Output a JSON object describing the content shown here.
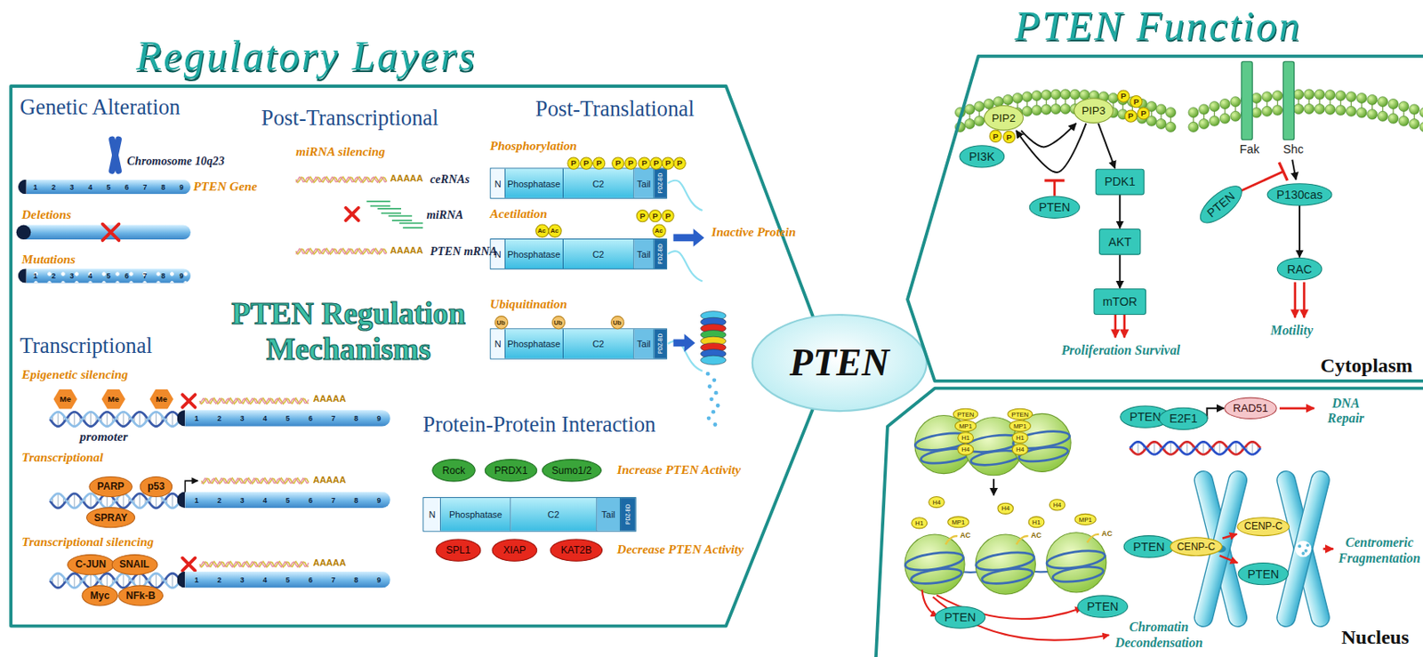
{
  "diagram": {
    "nodes": [
      {
        "text": [
          "Regulatory Layers"
        ]
      },
      {
        "text": [
          "1",
          "2",
          "3",
          "4",
          "5",
          "6",
          "7",
          "8",
          "9"
        ],
        "in": 0
      },
      {
        "text": [
          "1",
          "2",
          "3",
          "4",
          "5",
          "6",
          "7",
          "8",
          "9"
        ],
        "in": 0
      },
      {
        "text": [
          "1",
          "2",
          "3",
          "4",
          "5",
          "6",
          "7",
          "8",
          "9"
        ],
        "in": 0
      },
      {
        "text": [
          "Me"
        ],
        "in": 0
      },
      {
        "text": [
          "Me"
        ],
        "in": 0
      },
      {
        "text": [
          "Me"
        ],
        "in": 0
      },
      {
        "text": [
          "1",
          "2",
          "3",
          "4",
          "5",
          "6",
          "7",
          "8",
          "9"
        ],
        "in": 0
      },
      {
        "text": [
          "PARP"
        ],
        "in": 0
      },
      {
        "text": [
          "p53"
        ],
        "in": 0
      },
      {
        "text": [
          "SPRAY"
        ],
        "in": 0
      },
      {
        "text": [
          "1",
          "2",
          "3",
          "4",
          "5",
          "6",
          "7",
          "8",
          "9"
        ],
        "in": 0
      },
      {
        "text": [
          "C-JUN"
        ],
        "in": 0
      },
      {
        "text": [
          "SNAIL"
        ],
        "in": 0
      },
      {
        "text": [
          "Myc"
        ],
        "in": 0
      },
      {
        "text": [
          "NFk-B"
        ],
        "in": 0
      },
      {
        "text": [
          "N",
          "Phosphatase",
          "C2",
          "Tail",
          "PDZ-BD"
        ],
        "in": 0
      },
      {
        "text": [
          "P"
        ],
        "in": 0
      },
      {
        "text": [
          "P"
        ],
        "in": 0
      },
      {
        "text": [
          "P"
        ],
        "in": 0
      },
      {
        "text": [
          "P"
        ],
        "in": 0
      },
      {
        "text": [
          "P"
        ],
        "in": 0
      },
      {
        "text": [
          "P"
        ],
        "in": 0
      },
      {
        "text": [
          "P"
        ],
        "in": 0
      },
      {
        "text": [
          "P"
        ],
        "in": 0
      },
      {
        "text": [
          "P"
        ],
        "in": 0
      },
      {
        "text": [
          "N",
          "Phosphatase",
          "C2",
          "Tail",
          "PDZ-BD"
        ],
        "in": 0
      },
      {
        "text": [
          "Ac"
        ],
        "in": 0
      },
      {
        "text": [
          "Ac"
        ],
        "in": 0
      },
      {
        "text": [
          "Ac"
        ],
        "in": 0
      },
      {
        "text": [
          "P"
        ],
        "in": 0
      },
      {
        "text": [
          "P"
        ],
        "in": 0
      },
      {
        "text": [
          "P"
        ],
        "in": 0
      },
      {
        "text": [
          "N",
          "Phosphatase",
          "C2",
          "Tail",
          "PDZ-BD"
        ],
        "in": 0
      },
      {
        "text": [
          "Ub"
        ],
        "in": 0
      },
      {
        "text": [
          "Ub"
        ],
        "in": 0
      },
      {
        "text": [
          "Ub"
        ],
        "in": 0
      },
      {
        "text": [
          "Rock"
        ],
        "in": 0
      },
      {
        "text": [
          "PRDX1"
        ],
        "in": 0
      },
      {
        "text": [
          "Sumo1/2"
        ],
        "in": 0
      },
      {
        "text": [
          "N",
          "Phosphatase",
          "C2",
          "Tail",
          "PDZ-BD"
        ],
        "in": 0
      },
      {
        "text": [
          "SPL1"
        ],
        "in": 0
      },
      {
        "text": [
          "XIAP"
        ],
        "in": 0
      },
      {
        "text": [
          "KAT2B"
        ],
        "in": 0
      },
      {
        "text": [
          "PTEN"
        ]
      },
      {
        "text": [
          "Cytoplasm"
        ]
      },
      {
        "text": [
          "PIP2"
        ],
        "in": 45
      },
      {
        "text": [
          "P"
        ],
        "in": 45
      },
      {
        "text": [
          "P"
        ],
        "in": 45
      },
      {
        "text": [
          "PIP3"
        ],
        "in": 45
      },
      {
        "text": [
          "P"
        ],
        "in": 45
      },
      {
        "text": [
          "P"
        ],
        "in": 45
      },
      {
        "text": [
          "P"
        ],
        "in": 45
      },
      {
        "text": [
          "P"
        ],
        "in": 45
      },
      {
        "text": [
          "PI3K"
        ],
        "in": 45
      },
      {
        "text": [
          "PTEN"
        ],
        "in": 45
      },
      {
        "text": [
          "PDK1"
        ],
        "in": 45
      },
      {
        "text": [
          "AKT"
        ],
        "in": 45
      },
      {
        "text": [
          "mTOR"
        ],
        "in": 45
      },
      {
        "text": [
          "PTEN"
        ],
        "in": 45
      },
      {
        "text": [
          "P130cas"
        ],
        "in": 45
      },
      {
        "text": [
          "RAC"
        ],
        "in": 45
      },
      {
        "text": [
          "Nucleus"
        ]
      },
      {
        "text": [
          "PTEN"
        ],
        "in": 62
      },
      {
        "text": [
          "MP1"
        ],
        "in": 62
      },
      {
        "text": [
          "H1"
        ],
        "in": 62
      },
      {
        "text": [
          "H4"
        ],
        "in": 62
      },
      {
        "text": [
          "PTEN"
        ],
        "in": 62
      },
      {
        "text": [
          "MP1"
        ],
        "in": 62
      },
      {
        "text": [
          "H1"
        ],
        "in": 62
      },
      {
        "text": [
          "H4"
        ],
        "in": 62
      },
      {
        "text": [
          "H4"
        ],
        "in": 62
      },
      {
        "text": [
          "H1"
        ],
        "in": 62
      },
      {
        "text": [
          "MP1"
        ],
        "in": 62
      },
      {
        "text": [
          "H4"
        ],
        "in": 62
      },
      {
        "text": [
          "H1"
        ],
        "in": 62
      },
      {
        "text": [
          "MP1"
        ],
        "in": 62
      },
      {
        "text": [
          "H4"
        ],
        "in": 62
      },
      {
        "text": [
          "PTEN"
        ],
        "in": 62
      },
      {
        "text": [
          "PTEN"
        ],
        "in": 62
      },
      {
        "text": [
          "PTEN"
        ],
        "in": 62
      },
      {
        "text": [
          "E2F1"
        ],
        "in": 62
      },
      {
        "text": [
          "RAD51"
        ],
        "in": 62
      },
      {
        "text": [
          "PTEN"
        ],
        "in": 62
      },
      {
        "text": [
          "CENP-C"
        ],
        "in": 62
      },
      {
        "text": [
          "CENP-C"
        ],
        "in": 62
      },
      {
        "text": [
          "PTEN"
        ],
        "in": 62
      }
    ],
    "edges": [
      {
        "from": 46,
        "to": 49,
        "arrow": "to"
      },
      {
        "from": 49,
        "to": 46,
        "arrow": "to"
      },
      {
        "from": 49,
        "to": 56,
        "arrow": "to"
      },
      {
        "from": 56,
        "to": 57,
        "arrow": "to"
      },
      {
        "from": 57,
        "to": 58,
        "arrow": "to"
      },
      {
        "from": 60,
        "to": 61,
        "arrow": "to"
      },
      {
        "from": 81,
        "to": 82,
        "arrow": "to"
      },
      {
        "from": 84,
        "to": 85,
        "arrow": "to"
      },
      {
        "from": 84,
        "to": 86,
        "arrow": "to"
      }
    ],
    "labels": [
      "PTEN Function",
      "Genetic Alteration",
      "Chromosome 10q23",
      "PTEN Gene",
      "Deletions",
      "Mutations",
      "Post-Transcriptional",
      "miRNA silencing",
      "AAAAA",
      "ceRNAs",
      "miRNA",
      "AAAAA",
      "PTEN mRNA",
      "Post-Translational",
      "Phosphorylation",
      "Acetilation",
      "Ubiquitination",
      "Inactive Protein",
      "PTEN Regulation Mechanisms",
      "Transcriptional",
      "Epigenetic silencing",
      "promoter",
      "AAAAA",
      "Transcriptional",
      "AAAAA",
      "Transcriptional silencing",
      "AAAAA",
      "Protein-Protein Interaction",
      "Increase PTEN Activity",
      "Decrease PTEN Activity",
      "Fak",
      "Shc",
      "Proliferation Survival",
      "Motility",
      "AC",
      "AC",
      "AC",
      "Chromatin Decondensation",
      "DNA Repair",
      "Centromeric Fragmentation"
    ]
  }
}
